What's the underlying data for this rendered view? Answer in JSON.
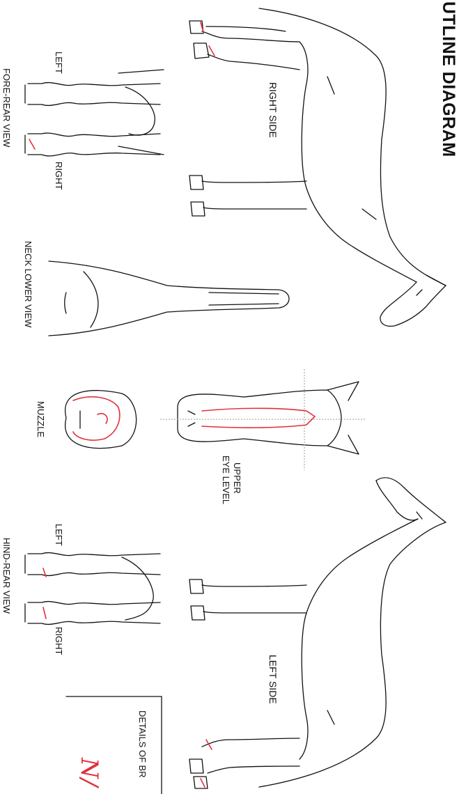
{
  "title": "UTLINE DIAGRAM",
  "views": {
    "right_side": "RIGHT SIDE",
    "left_side": "LEFT SIDE",
    "fore_left": "LEFT",
    "fore_right": "RIGHT",
    "fore_view": "FORE-REAR VIEW",
    "neck_view": "NECK LOWER VIEW",
    "muzzle": "MUZZLE",
    "upper": "UPPER",
    "eye_level": "EYE LEVEL",
    "hind_left": "LEFT",
    "hind_right": "RIGHT",
    "hind_view": "HIND-REAR VIEW"
  },
  "details": {
    "label": "DETAILS OF BR",
    "handwritten": "N/"
  },
  "colors": {
    "outline": "#111111",
    "markings": "#e0303d",
    "guides": "#999999"
  }
}
